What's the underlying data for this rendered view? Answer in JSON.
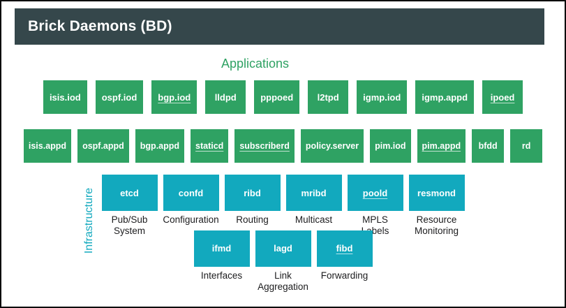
{
  "header": {
    "title": "Brick Daemons (BD)"
  },
  "applications": {
    "label": "Applications",
    "row1": [
      {
        "name": "isis.iod",
        "underlined": false
      },
      {
        "name": "ospf.iod",
        "underlined": false
      },
      {
        "name": "bgp.iod",
        "underlined": true
      },
      {
        "name": "lldpd",
        "underlined": false
      },
      {
        "name": "pppoed",
        "underlined": false
      },
      {
        "name": "l2tpd",
        "underlined": false
      },
      {
        "name": "igmp.iod",
        "underlined": false
      },
      {
        "name": "igmp.appd",
        "underlined": false
      },
      {
        "name": "ipoed",
        "underlined": true
      }
    ],
    "row2": [
      {
        "name": "isis.appd",
        "underlined": false
      },
      {
        "name": "ospf.appd",
        "underlined": false
      },
      {
        "name": "bgp.appd",
        "underlined": false
      },
      {
        "name": "staticd",
        "underlined": true
      },
      {
        "name": "subscriberd",
        "underlined": true
      },
      {
        "name": "policy.server",
        "underlined": false
      },
      {
        "name": "pim.iod",
        "underlined": false
      },
      {
        "name": "pim.appd",
        "underlined": true
      },
      {
        "name": "bfdd",
        "underlined": false
      },
      {
        "name": "rd",
        "underlined": false
      }
    ]
  },
  "infrastructure": {
    "label": "Infrastructure",
    "row1": [
      {
        "name": "etcd",
        "caption": "Pub/Sub System",
        "underlined": false
      },
      {
        "name": "confd",
        "caption": "Configuration",
        "underlined": false
      },
      {
        "name": "ribd",
        "caption": "Routing",
        "underlined": false
      },
      {
        "name": "mribd",
        "caption": "Multicast",
        "underlined": false
      },
      {
        "name": "poold",
        "caption": "MPLS Labels",
        "underlined": true
      },
      {
        "name": "resmond",
        "caption": "Resource Monitoring",
        "underlined": false
      }
    ],
    "row2": [
      {
        "name": "ifmd",
        "caption": "Interfaces",
        "underlined": false
      },
      {
        "name": "lagd",
        "caption": "Link Aggregation",
        "underlined": false
      },
      {
        "name": "fibd",
        "caption": "Forwarding",
        "underlined": true
      }
    ]
  },
  "colors": {
    "header_bg": "#35474b",
    "app_green": "#2fa263",
    "infra_teal": "#12a9be",
    "box_text": "#ffffff",
    "caption_text": "#1c1c1e"
  }
}
